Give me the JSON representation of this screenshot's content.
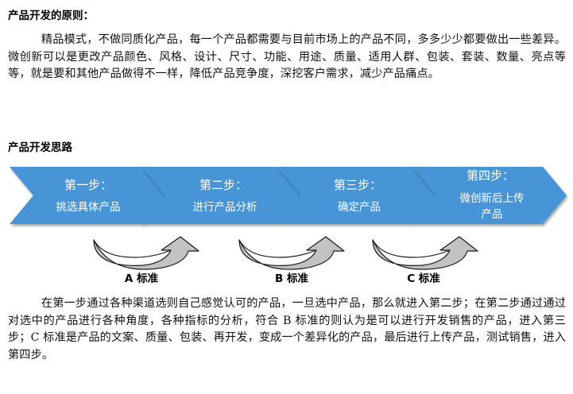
{
  "principle": {
    "heading": "产品开发的原则：",
    "paragraph": "精品模式，不做同质化产品，每一个产品都需要与目前市场上的产品不同，多多少少都要做出一些差异。微创新可以是更改产品颜色、风格、设计、尺寸、功能、用途、质量、适用人群、包装、套装、数量、亮点等等，就是要和其他产品做得不一样，降低产品竞争度，深挖客户需求，减少产品痛点。"
  },
  "approach": {
    "heading": "产品开发思路",
    "steps": [
      {
        "title": "第一步：",
        "desc_line1": "挑选具体产品",
        "desc_line2": ""
      },
      {
        "title": "第二步：",
        "desc_line1": "进行产品分析",
        "desc_line2": ""
      },
      {
        "title": "第三步：",
        "desc_line1": "确定产品",
        "desc_line2": ""
      },
      {
        "title": "第四步：",
        "desc_line1": "微创新后上传",
        "desc_line2": "产品"
      }
    ],
    "standards": [
      "A 标准",
      "B 标准",
      "C 标准"
    ],
    "paragraph": "在第一步通过各种渠道选则自己感觉认可的产品，一旦选中产品，那么就进入第二步；在第二步通过通过对选中的产品进行各种角度，各种指标的分析，符合 B 标准的则认为是可以进行开发销售的产品，进入第三步；C 标准是产品的文案、质量、包装、再开发，变成一个差异化的产品，最后进行上传产品，测试销售，进入第四步。"
  },
  "colors": {
    "chevron": "#4795d6",
    "chevron_text": "#ffffff",
    "arrow_fill": "#c2c2c2",
    "arrow_stroke": "#1a1a1a"
  }
}
